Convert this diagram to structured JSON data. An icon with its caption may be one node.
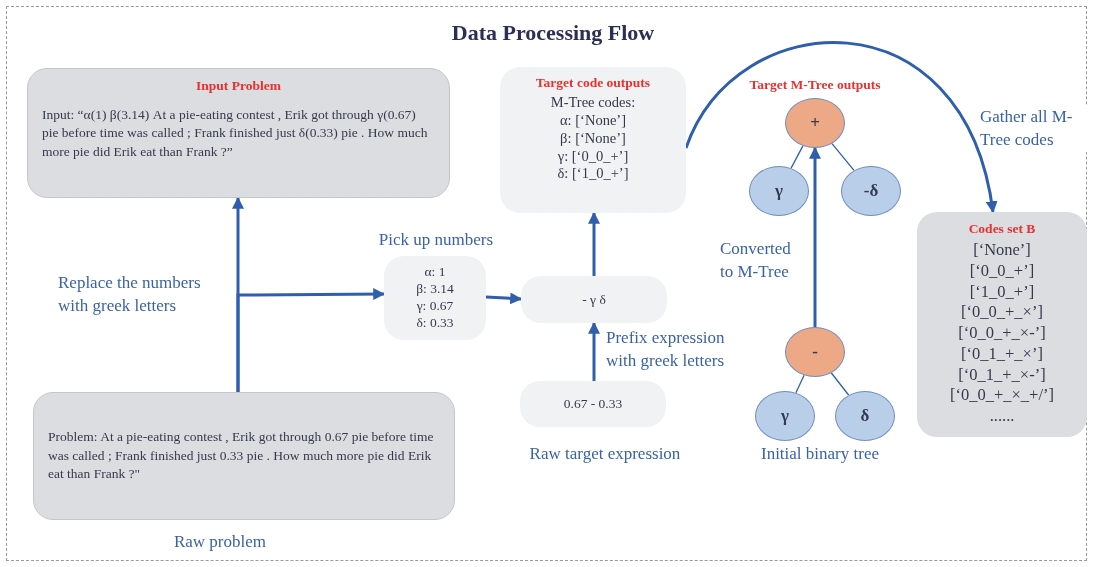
{
  "diagram": {
    "title": "Data Processing Flow",
    "nodes": [
      {
        "text": [
          "Input Problem",
          "Input: “α(1) β(3.14) At a pie-eating contest , Erik got through γ(0.67) pie before time was called ; Frank finished just δ(0.33) pie . How much more pie did Erik eat than Frank ?”"
        ]
      },
      {
        "text": [
          "Problem: At a pie-eating contest , Erik got through 0.67 pie before time was called ; Frank finished just 0.33 pie . How much more pie did Erik eat than Frank ?\""
        ],
        "beside": [
          "Raw problem"
        ]
      },
      {
        "text": [
          "α: 1",
          "β: 3.14",
          "γ: 0.67",
          "δ: 0.33"
        ],
        "beside": [
          "Pick up numbers"
        ]
      },
      {
        "text": [
          "- γ δ"
        ]
      },
      {
        "text": [
          "0.67 - 0.33"
        ],
        "beside": [
          "Raw target expression"
        ]
      },
      {
        "text": [
          "Target code outputs",
          "M-Tree codes:",
          "α: [‘None’]",
          "β: [‘None’]",
          "γ: [‘0_0_+’]",
          "δ: [‘1_0_+’]"
        ]
      },
      {
        "text": [
          "+"
        ]
      },
      {
        "text": [
          "γ"
        ]
      },
      {
        "text": [
          "-δ"
        ]
      },
      {
        "text": [
          "-"
        ]
      },
      {
        "text": [
          "γ"
        ]
      },
      {
        "text": [
          "δ"
        ]
      },
      {
        "text": [
          "Codes set B",
          "[‘None’]",
          "[‘0_0_+’]",
          "[‘1_0_+’]",
          "[‘0_0_+_×’]",
          "[‘0_0_+_×-’]",
          "[‘0_1_+_×’]",
          "[‘0_1_+_×-’]",
          "[‘0_0_+_×_+/’]",
          "......"
        ]
      }
    ],
    "edges": [
      {
        "from": 1,
        "to": 0,
        "arrow": "to",
        "label": "Replace the numbers with greek letters"
      },
      {
        "from": 1,
        "to": 2,
        "arrow": "to"
      },
      {
        "from": 2,
        "to": 3,
        "arrow": "to"
      },
      {
        "from": 4,
        "to": 3,
        "arrow": "to",
        "label": "Prefix expression with greek letters"
      },
      {
        "from": 3,
        "to": 5,
        "arrow": "to"
      },
      {
        "from": 5,
        "to": 12,
        "arrow": "to",
        "label": "Gather all M-Tree codes"
      },
      {
        "from": 9,
        "to": 6,
        "arrow": "to",
        "label": "Converted to M-Tree"
      },
      {
        "from": 6,
        "to": 7,
        "arrow": "none"
      },
      {
        "from": 6,
        "to": 8,
        "arrow": "none"
      },
      {
        "from": 9,
        "to": 10,
        "arrow": "none"
      },
      {
        "from": 9,
        "to": 11,
        "arrow": "none"
      }
    ],
    "labels": [
      "Target M-Tree outputs",
      "Initial binary tree"
    ]
  }
}
